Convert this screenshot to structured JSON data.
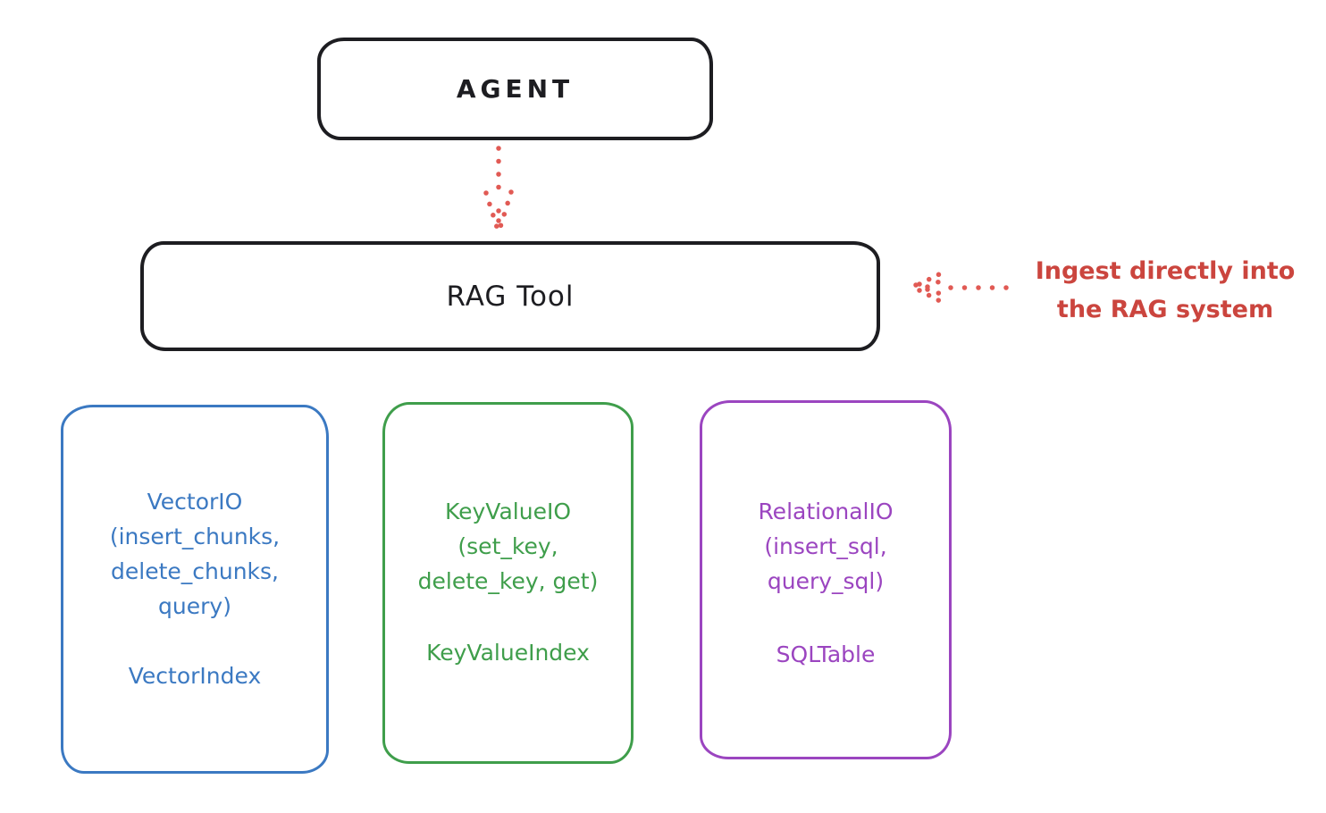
{
  "diagram": {
    "agent": {
      "label": "AGENT"
    },
    "rag_tool": {
      "label": "RAG Tool"
    },
    "annotation": {
      "lines": [
        "Ingest directly into",
        "the RAG system"
      ],
      "color": "#cb453e"
    },
    "io_boxes": [
      {
        "name": "VectorIO",
        "lines": [
          "VectorIO",
          "(insert_chunks,",
          "delete_chunks,",
          "query)"
        ],
        "index_label": "VectorIndex",
        "color": "#3b79c2"
      },
      {
        "name": "KeyValueIO",
        "lines": [
          "KeyValueIO",
          "(set_key,",
          "delete_key, get)"
        ],
        "index_label": "KeyValueIndex",
        "color": "#3f9e4b"
      },
      {
        "name": "RelationalIO",
        "lines": [
          "RelationalIO",
          "(insert_sql,",
          "query_sql)"
        ],
        "index_label": "SQLTable",
        "color": "#9b45c0"
      }
    ],
    "colors": {
      "ink": "#1d1d21",
      "red_arrow": "#e15a54",
      "red_text": "#cb453e",
      "blue": "#3b79c2",
      "green": "#3f9e4b",
      "purple": "#9b45c0"
    }
  }
}
